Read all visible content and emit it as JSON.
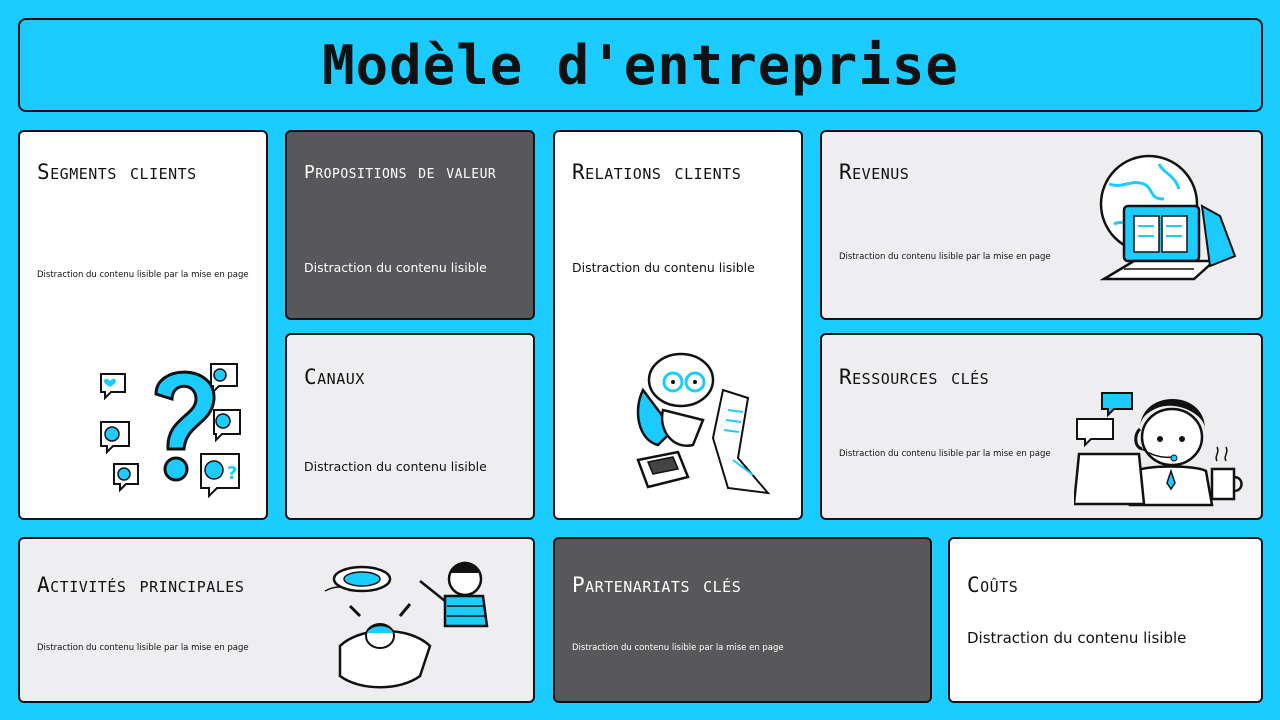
{
  "title": "Modèle d'entreprise",
  "panels": {
    "segments": {
      "title": "Segments clients",
      "body": "Distraction du contenu lisible par la mise en page"
    },
    "propositions": {
      "title": "Propositions de valeur",
      "body": "Distraction du contenu lisible"
    },
    "relations": {
      "title": "Relations clients",
      "body": "Distraction du contenu lisible"
    },
    "revenus": {
      "title": "Revenus",
      "body": "Distraction du contenu lisible par la mise en page"
    },
    "canaux": {
      "title": "Canaux",
      "body": "Distraction du contenu lisible"
    },
    "ressources": {
      "title": "Ressources clés",
      "body": "Distraction du contenu lisible par la mise en page"
    },
    "activites": {
      "title": "Activités principales",
      "body": "Distraction du contenu lisible par la mise en page"
    },
    "partenariats": {
      "title": "Partenariats clés",
      "body": "Distraction du contenu lisible par la mise en page"
    },
    "couts": {
      "title": "Coûts",
      "body": "Distraction du contenu lisible"
    }
  },
  "colors": {
    "background": "#1ccbff",
    "dark_panel": "#58585a",
    "grey_panel": "#eeeef0",
    "accent": "#1ccbff"
  },
  "icons": [
    "question-bubbles-illustration",
    "reading-character-illustration",
    "globe-laptop-book-illustration",
    "support-agent-illustration",
    "swimmers-illustration"
  ]
}
